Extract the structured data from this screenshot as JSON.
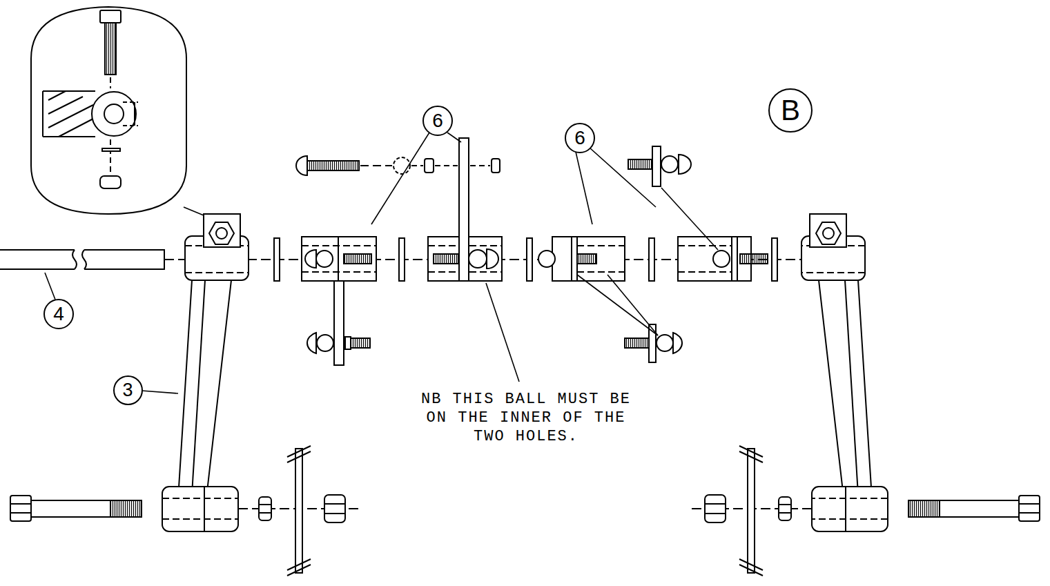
{
  "diagram": {
    "nodes": [
      {
        "text": [
          "6"
        ]
      },
      {
        "text": [
          "6"
        ]
      },
      {
        "text": [
          "B"
        ]
      },
      {
        "text": [
          "4"
        ]
      },
      {
        "text": [
          "3"
        ]
      }
    ],
    "labels": [
      "NB THIS BALL MUST BE ON THE INNER OF THE TWO HOLES."
    ]
  }
}
